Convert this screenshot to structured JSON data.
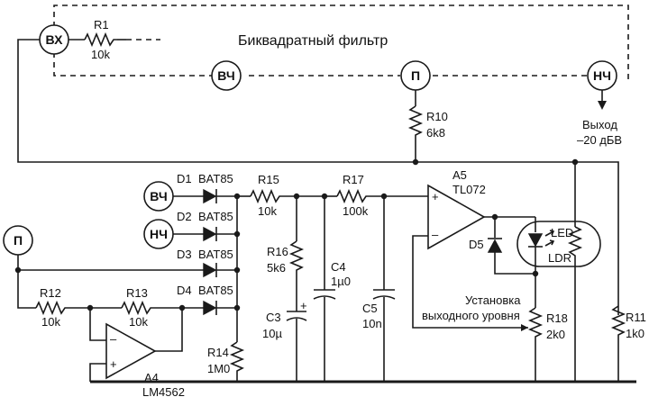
{
  "filter_title": "Биквадратный фильтр",
  "nodes": {
    "in": "ВХ",
    "hp": "ВЧ",
    "bp": "П",
    "lp": "НЧ"
  },
  "output_label": {
    "line1": "Выход",
    "line2": "–20 дБВ"
  },
  "components": {
    "r1": {
      "ref": "R1",
      "value": "10k"
    },
    "r10": {
      "ref": "R10",
      "value": "6k8"
    },
    "r11": {
      "ref": "R11",
      "value": "1k0"
    },
    "r12": {
      "ref": "R12",
      "value": "10k"
    },
    "r13": {
      "ref": "R13",
      "value": "10k"
    },
    "r14": {
      "ref": "R14",
      "value": "1M0"
    },
    "r15": {
      "ref": "R15",
      "value": "10k"
    },
    "r16": {
      "ref": "R16",
      "value": "5k6"
    },
    "r17": {
      "ref": "R17",
      "value": "100k"
    },
    "r18": {
      "ref": "R18",
      "value": "2k0"
    },
    "c3": {
      "ref": "C3",
      "value": "10µ"
    },
    "c4": {
      "ref": "C4",
      "value": "1µ0"
    },
    "c5": {
      "ref": "C5",
      "value": "10n"
    },
    "d1": {
      "ref": "D1",
      "value": "BAT85"
    },
    "d2": {
      "ref": "D2",
      "value": "BAT85"
    },
    "d3": {
      "ref": "D3",
      "value": "BAT85"
    },
    "d4": {
      "ref": "D4",
      "value": "BAT85"
    },
    "d5": {
      "ref": "D5"
    },
    "a4": {
      "ref": "A4",
      "value": "LM4562"
    },
    "a5": {
      "ref": "A5",
      "value": "TL072"
    }
  },
  "optocoupler": {
    "led": "LED",
    "ldr": "LDR"
  },
  "level_set": {
    "line1": "Установка",
    "line2": "выходного уровня"
  },
  "opamp_pins": {
    "plus": "+",
    "minus": "–"
  },
  "cap_polarity": "+"
}
